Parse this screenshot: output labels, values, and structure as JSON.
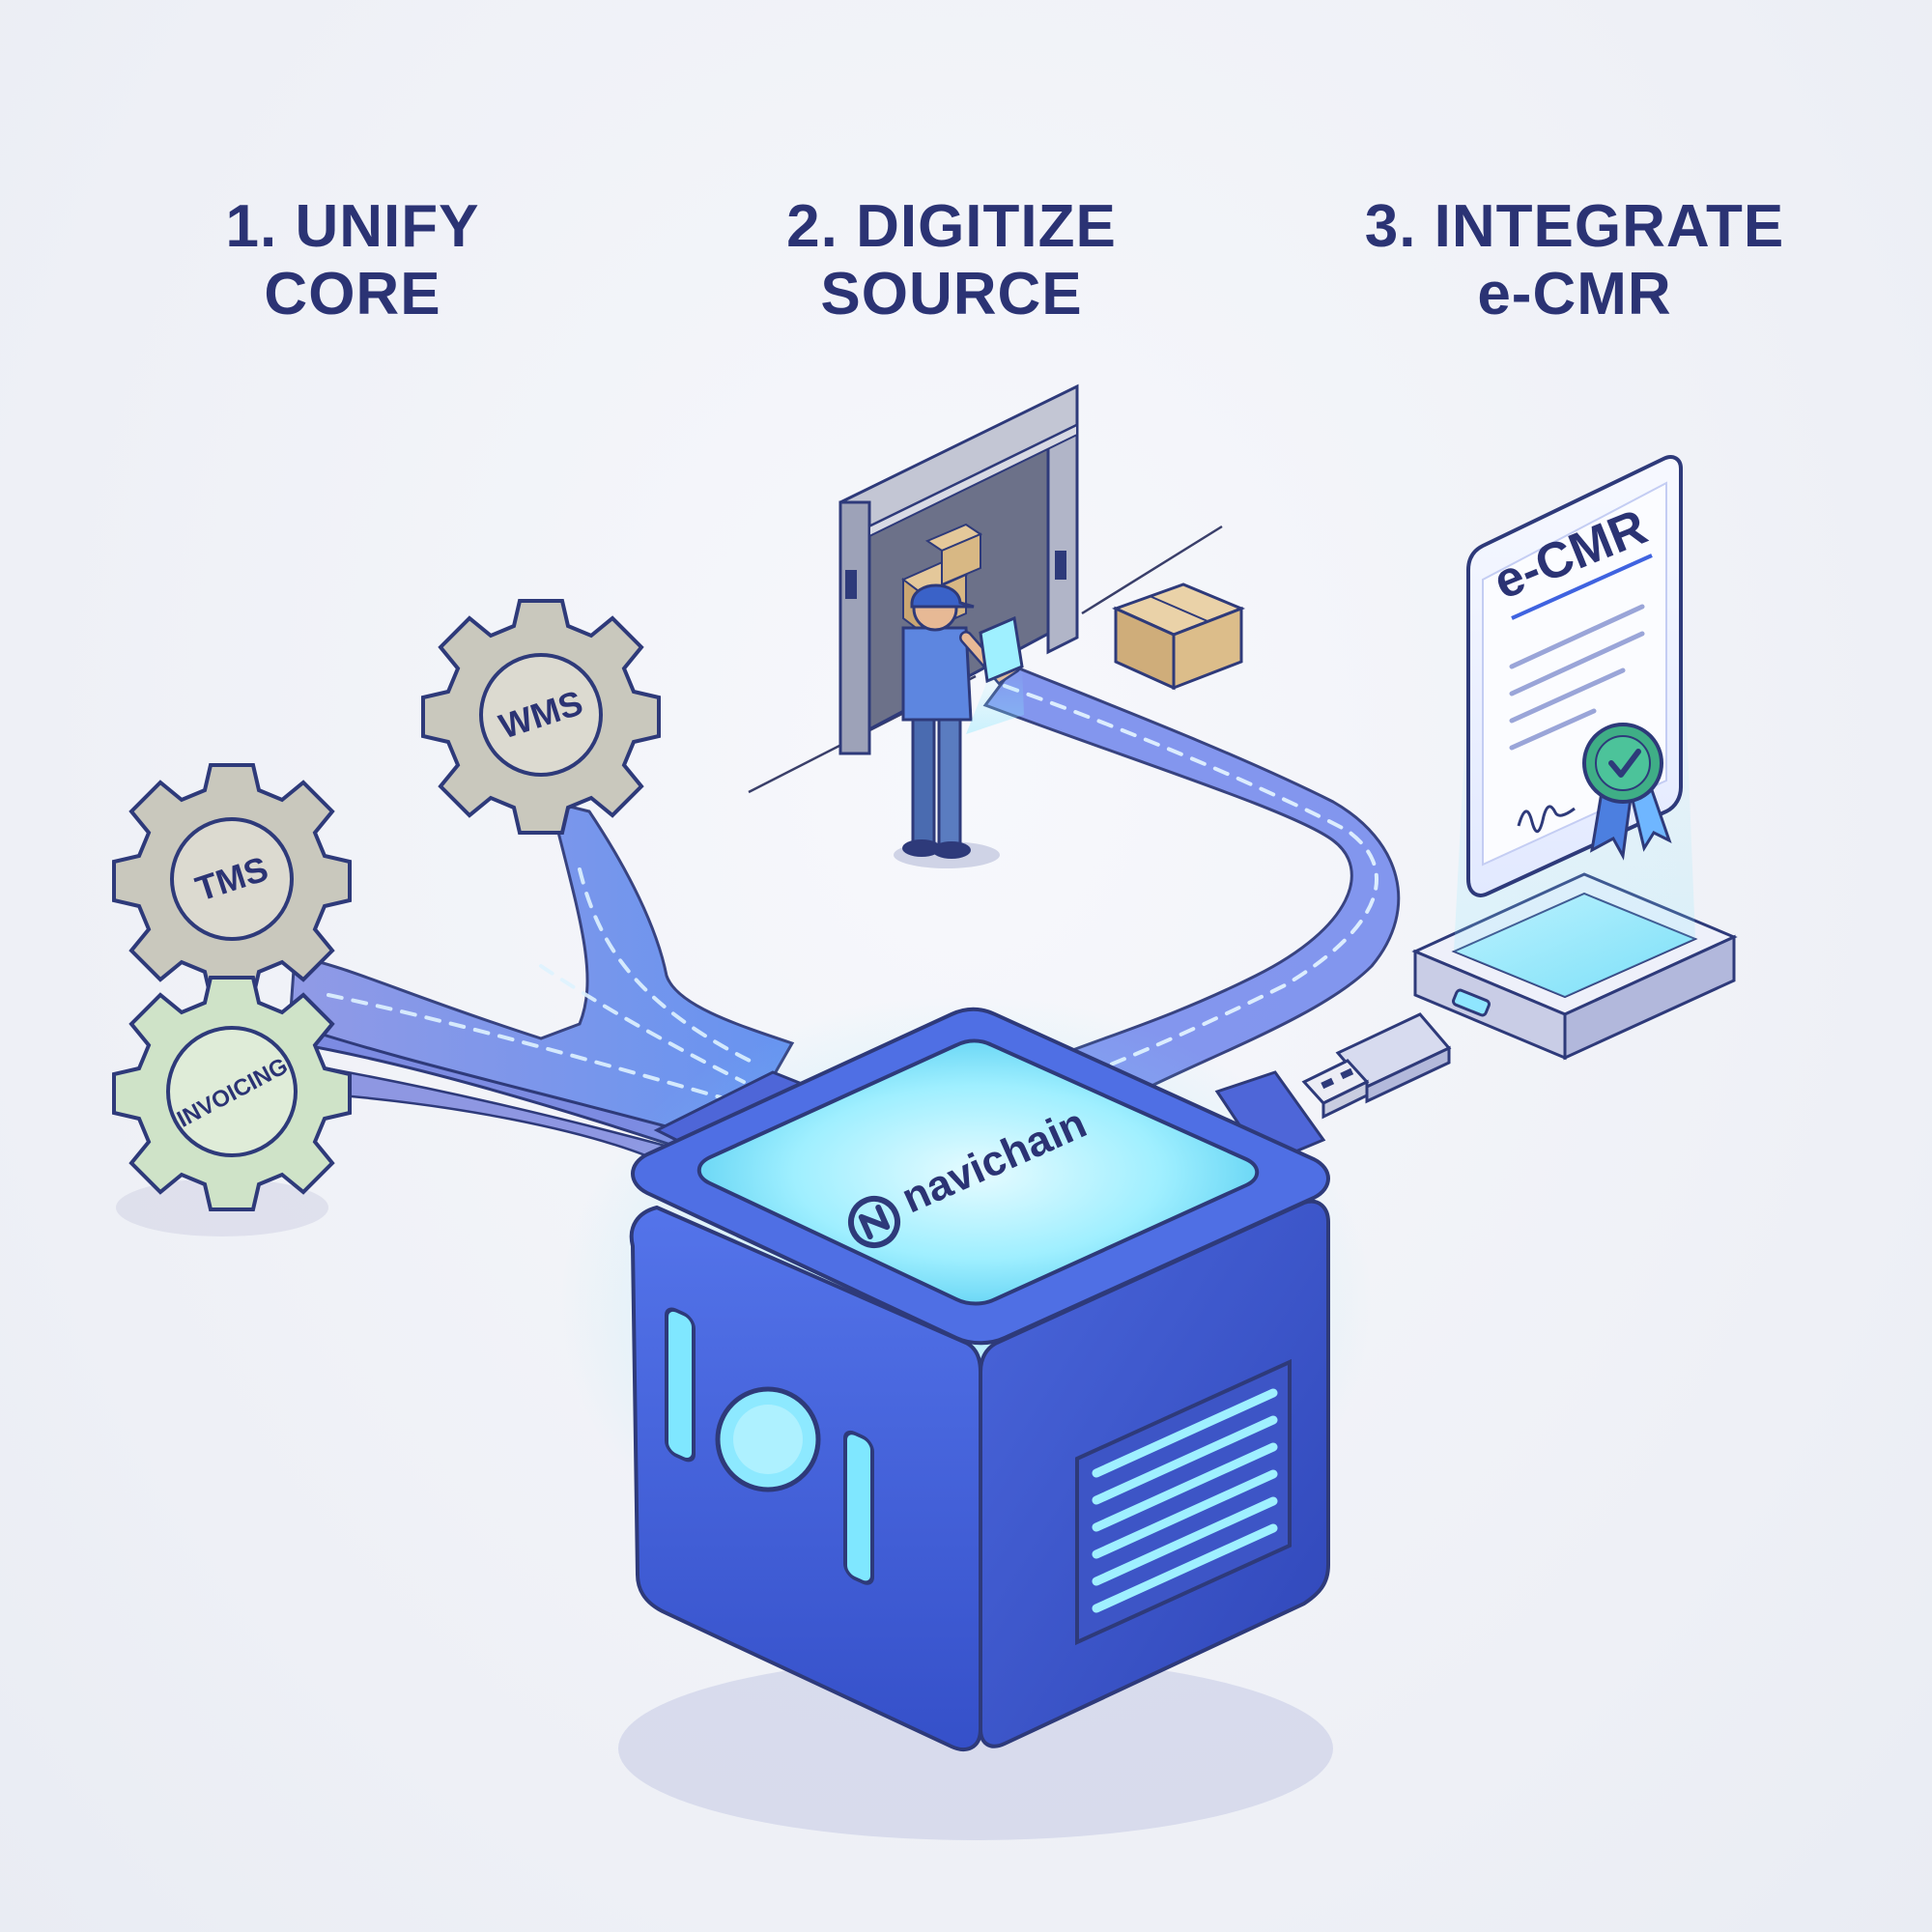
{
  "steps": [
    {
      "line1": "1. UNIFY",
      "line2": "CORE"
    },
    {
      "line1": "2. DIGITIZE",
      "line2": "SOURCE"
    },
    {
      "line1": "3. INTEGRATE",
      "line2": "e-CMR"
    }
  ],
  "gears": {
    "wms": "WMS",
    "tms": "TMS",
    "invoicing": "INVOICING"
  },
  "document": {
    "title": "e-CMR"
  },
  "hub": {
    "brand": "navichain"
  },
  "colors": {
    "heading": "#2b3374",
    "outline": "#2e3a7a",
    "hub_blue": "#3f63e0",
    "hub_glow": "#7fe7ff",
    "gear_gray": "#c9c8bd",
    "gear_green": "#cfe3c8",
    "seal_green": "#3fae86",
    "flow_blue": "#6f86ea"
  }
}
